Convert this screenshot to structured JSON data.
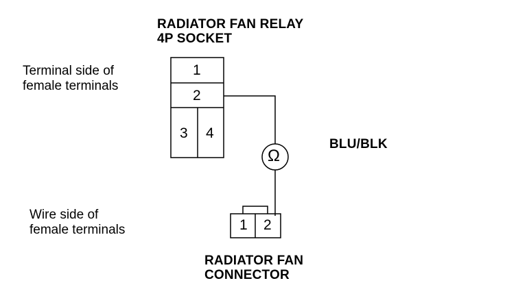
{
  "relay": {
    "title_line1": "RADIATOR FAN RELAY",
    "title_line2": "4P SOCKET",
    "terminals": [
      "1",
      "2",
      "3",
      "4"
    ]
  },
  "terminal_side": {
    "line1": "Terminal side of",
    "line2": "female terminals"
  },
  "wire_color": "BLU/BLK",
  "ohmmeter_symbol": "Ω",
  "wire_side": {
    "line1": "Wire side of",
    "line2": "female terminals"
  },
  "connector": {
    "title_line1": "RADIATOR FAN",
    "title_line2": "CONNECTOR",
    "terminals": [
      "1",
      "2"
    ]
  }
}
